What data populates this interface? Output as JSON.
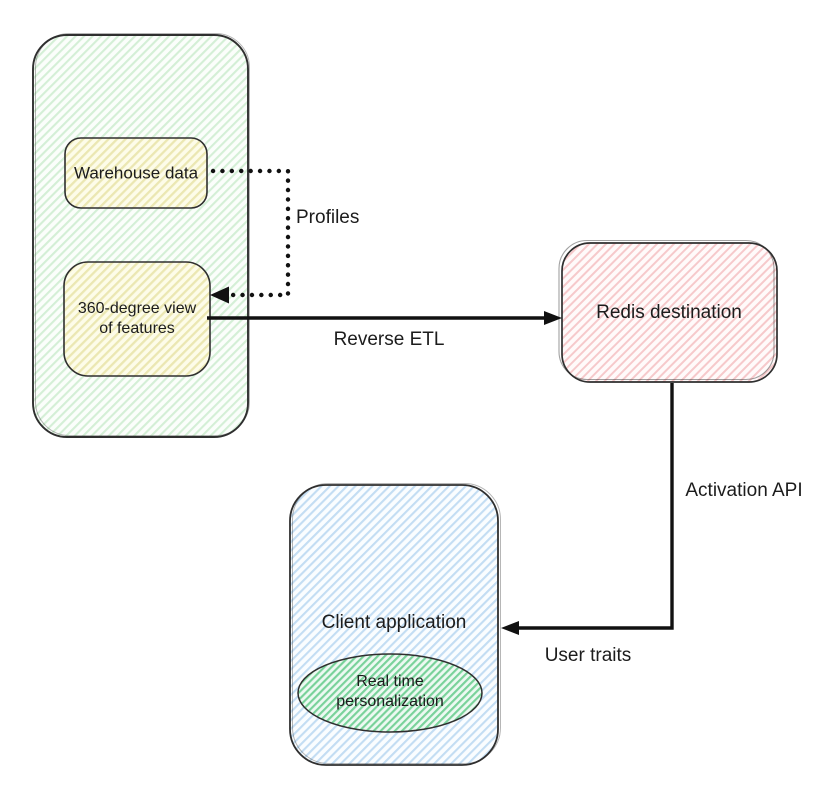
{
  "diagram": {
    "nodes": {
      "warehouse": {
        "label": "Warehouse data"
      },
      "feature_view": {
        "label": "360-degree view of features"
      },
      "redis": {
        "label": "Redis destination"
      },
      "client": {
        "label": "Client application"
      },
      "personalization": {
        "label": "Real time personalization"
      }
    },
    "edges": {
      "warehouse_to_feature_view": {
        "label": "Profiles",
        "style": "dotted-arrow"
      },
      "feature_view_to_redis": {
        "label": "Reverse ETL",
        "style": "solid-arrow"
      },
      "redis_to_client": {
        "labels": [
          "Activation API",
          "User traits"
        ],
        "style": "solid-elbow-arrow"
      }
    },
    "colors": {
      "shape_stroke": "#2f2f2f",
      "connector": "#111111",
      "text": "#1c1c1c",
      "group_hatch_line": "#d4efd6",
      "group_hatch_bg": "#fbfefb",
      "yellow_hatch_line": "#ebe7b2",
      "yellow_hatch_bg": "#fdfce9",
      "pink_hatch_line": "#f6c9cb",
      "pink_hatch_bg": "#fffafa",
      "blue_hatch_line": "#c3ddf3",
      "blue_hatch_bg": "#fafdff",
      "green_hatch_line": "#79d29a",
      "green_hatch_bg": "#edf9f2"
    }
  }
}
